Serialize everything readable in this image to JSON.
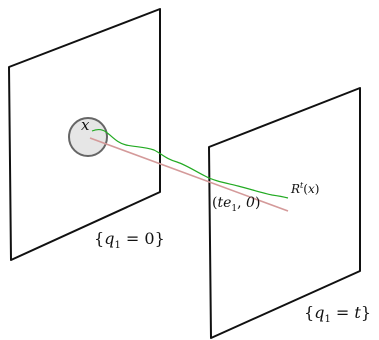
{
  "labels": {
    "point_x": "x",
    "plane_left_brace_open": "{",
    "plane_left_var": "q",
    "plane_left_sub": "1",
    "plane_left_eq": " = ",
    "plane_left_val": "0",
    "plane_left_brace_close": "}",
    "plane_right_brace_open": "{",
    "plane_right_var": "q",
    "plane_right_sub": "1",
    "plane_right_eq": " = ",
    "plane_right_val": "t",
    "plane_right_brace_close": "}",
    "curve_main": "R",
    "curve_sup": "t",
    "curve_arg_open": "(",
    "curve_arg": "x",
    "curve_arg_close": ")",
    "point_paren_open": "(",
    "point_t": "t",
    "point_e": "e",
    "point_e_sub": "1",
    "point_comma": ", ",
    "point_zero": "0",
    "point_paren_close": ")"
  },
  "colors": {
    "plane_stroke": "#111111",
    "disk_fill": "#e6e6e6",
    "disk_stroke": "#666666",
    "straight_line": "#d49a9a",
    "curve": "#22aa22"
  }
}
